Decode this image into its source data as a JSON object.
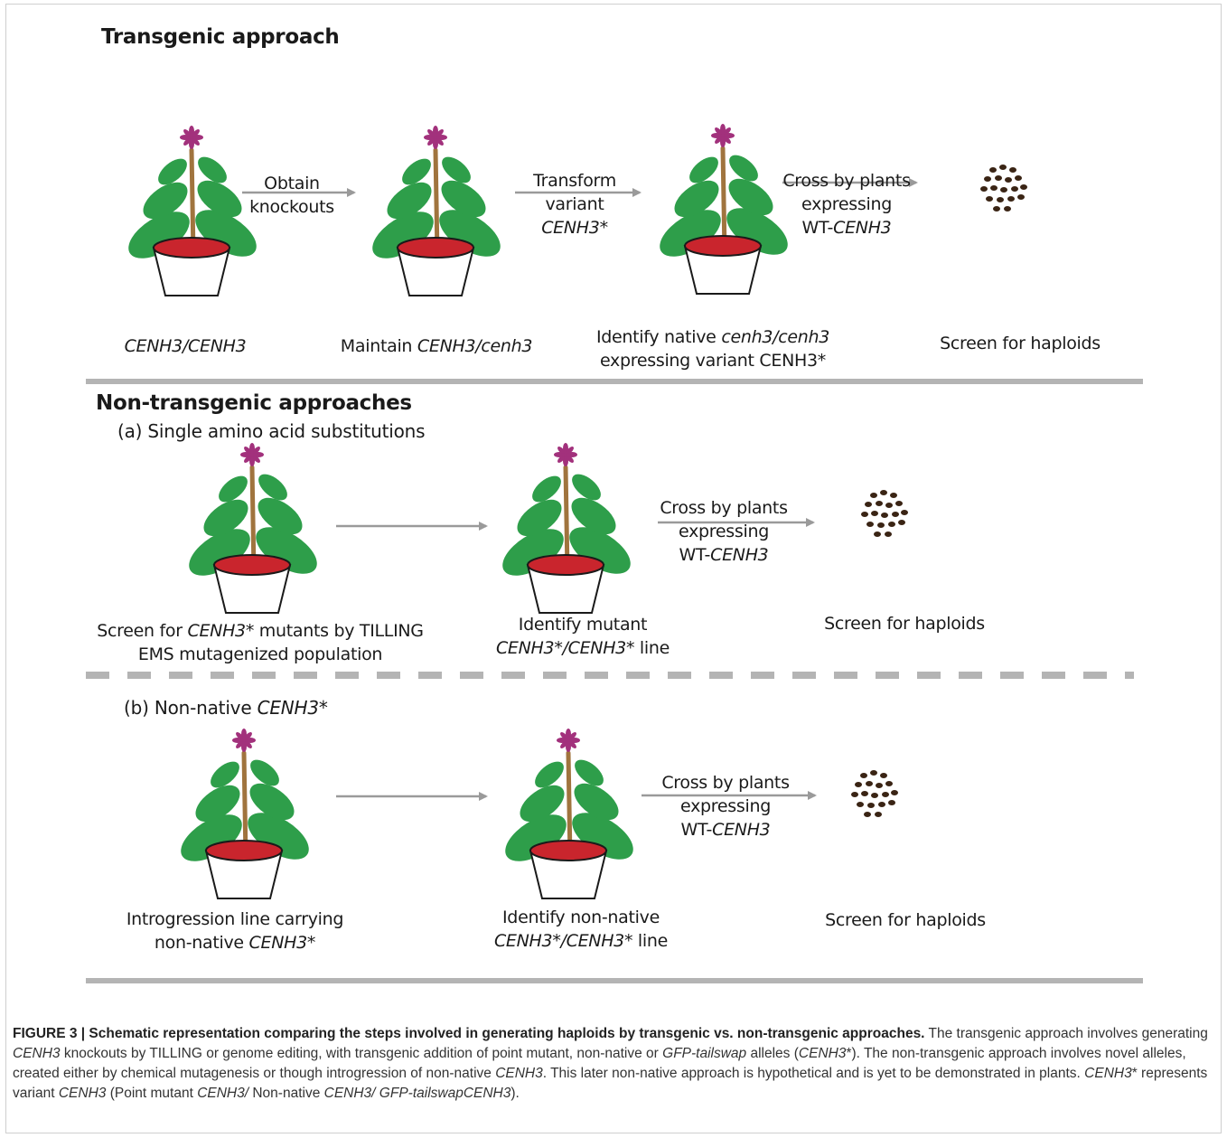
{
  "transgenic": {
    "heading": "Transgenic approach",
    "arrows": {
      "a1": [
        "Obtain",
        "knockouts"
      ],
      "a2": [
        "Transform",
        "variant",
        "CENH3*"
      ],
      "a3": [
        "Cross by plants",
        "expressing",
        "WT-",
        "CENH3"
      ]
    },
    "labels": {
      "l1": "CENH3/CENH3",
      "l2_pre": "Maintain ",
      "l2_it": "CENH3/cenh3",
      "l3_line1_pre": "Identify native ",
      "l3_line1_it": "cenh3/cenh3",
      "l3_line2": "expressing variant CENH3*",
      "l4": "Screen for haploids"
    }
  },
  "nontransgenic": {
    "heading": "Non-transgenic approaches",
    "a": {
      "subheading": "(a) Single amino acid substitutions",
      "arrow_lines": [
        "Cross by plants",
        "expressing",
        "WT-",
        "CENH3"
      ],
      "label1_l1_pre": "Screen for ",
      "label1_l1_it": "CENH3*",
      "label1_l1_post": " mutants  by TILLING",
      "label1_l2": "EMS mutagenized population",
      "label2_l1": "Identify mutant",
      "label2_l2_it": "CENH3*/CENH3*",
      "label2_l2_post": " line",
      "label3": "Screen for haploids"
    },
    "b": {
      "subheading_pre": "(b) Non-native ",
      "subheading_it": "CENH3*",
      "arrow_lines": [
        "Cross by plants",
        "expressing",
        "WT-",
        "CENH3"
      ],
      "label1_l1": "Introgression line carrying",
      "label1_l2_pre": "non-native ",
      "label1_l2_it": "CENH3*",
      "label2_l1": "Identify non-native",
      "label2_l2_it": "CENH3*/CENH3*",
      "label2_l2_post": " line",
      "label3": "Screen for haploids"
    }
  },
  "caption": {
    "bold": "FIGURE 3 | Schematic representation comparing the steps involved in generating haploids by transgenic vs. non-transgenic approaches.",
    "t1": " The transgenic approach involves generating ",
    "i1": "CENH3",
    "t2": " knockouts by TILLING or genome editing, with transgenic addition of point mutant, non-native or ",
    "i2": "GFP-tailswap",
    "t3": " alleles (",
    "i3": "CENH3",
    "t4": "*). The non-transgenic approach involves novel alleles, created either by chemical mutagenesis or though introgression of non-native ",
    "i4": "CENH3",
    "t5": ". This later non-native approach is hypothetical and is yet to be demonstrated in plants. ",
    "i5": "CENH3",
    "t6": "* represents variant ",
    "i6": "CENH3",
    "t7": " (Point mutant ",
    "i7": "CENH3/",
    "t8": " Non-native ",
    "i8": "CENH3/",
    "t9": " ",
    "i9": "GFP-tailswapCENH3",
    "t10": ")."
  },
  "colors": {
    "leaf": "#2e9e4a",
    "stem": "#a0743e",
    "flower": "#a2317c",
    "pot_rim": "#c9252d",
    "seed": "#3a2414",
    "rule": "#b4b4b4",
    "arrow": "#9a9a9a"
  },
  "icons": {
    "plant": "potted-plant-icon",
    "seeds": "seed-cluster-icon"
  }
}
